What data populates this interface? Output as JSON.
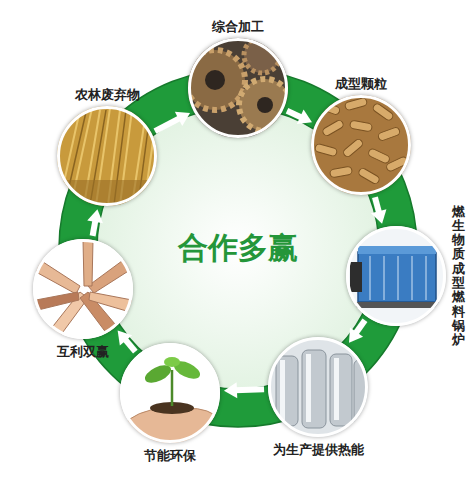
{
  "diagram": {
    "title": "合作多赢",
    "nodes": [
      {
        "text": [
          "农林废弃物"
        ]
      },
      {
        "text": [
          "综合加工"
        ]
      },
      {
        "text": [
          "成型颗粒"
        ]
      },
      {
        "text": [
          "燃生物质成型燃料锅炉"
        ]
      },
      {
        "text": [
          "为生产提供热能"
        ]
      },
      {
        "text": [
          "节能环保"
        ]
      },
      {
        "text": [
          "互利双赢"
        ]
      }
    ],
    "edges": [
      {
        "from": 0,
        "to": 1,
        "arrow": "to"
      },
      {
        "from": 1,
        "to": 2,
        "arrow": "to"
      },
      {
        "from": 2,
        "to": 3,
        "arrow": "to"
      },
      {
        "from": 3,
        "to": 4,
        "arrow": "to"
      },
      {
        "from": 4,
        "to": 5,
        "arrow": "to"
      },
      {
        "from": 5,
        "to": 6,
        "arrow": "to"
      },
      {
        "from": 6,
        "to": 0,
        "arrow": "to"
      }
    ]
  }
}
